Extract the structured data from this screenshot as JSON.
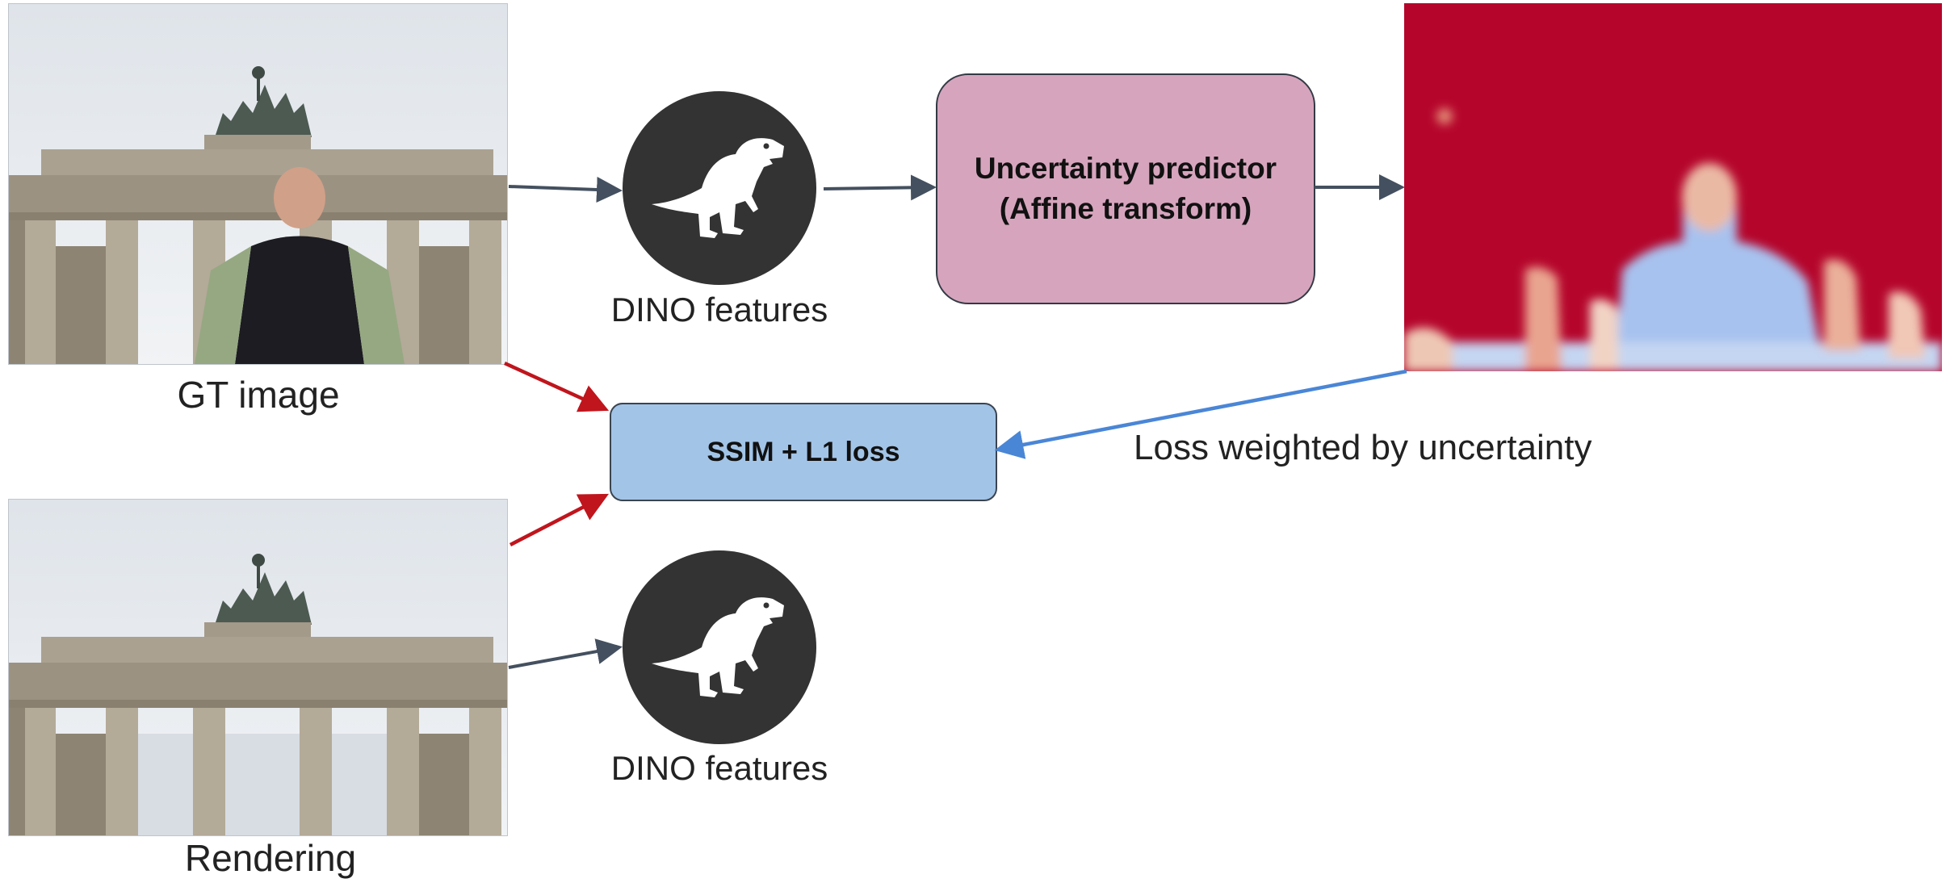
{
  "inputs": {
    "gt_label": "GT image",
    "rendering_label": "Rendering"
  },
  "dino": {
    "top_label": "DINO features",
    "bottom_label": "DINO features",
    "icon": "t-rex-icon"
  },
  "predictor": {
    "label": "Uncertainty predictor\n(Affine transform)"
  },
  "loss": {
    "label": "SSIM + L1 loss",
    "weight_label": "Loss weighted by uncertainty"
  },
  "colors": {
    "dark_arrow": "#44505f",
    "red_arrow": "#c0151d",
    "blue_arrow": "#4a86d6",
    "predictor_fill": "#d6a5bd",
    "loss_fill": "#a2c4e7",
    "uncertainty_high": "#b5052b",
    "uncertainty_low": "#9dbcf0"
  }
}
